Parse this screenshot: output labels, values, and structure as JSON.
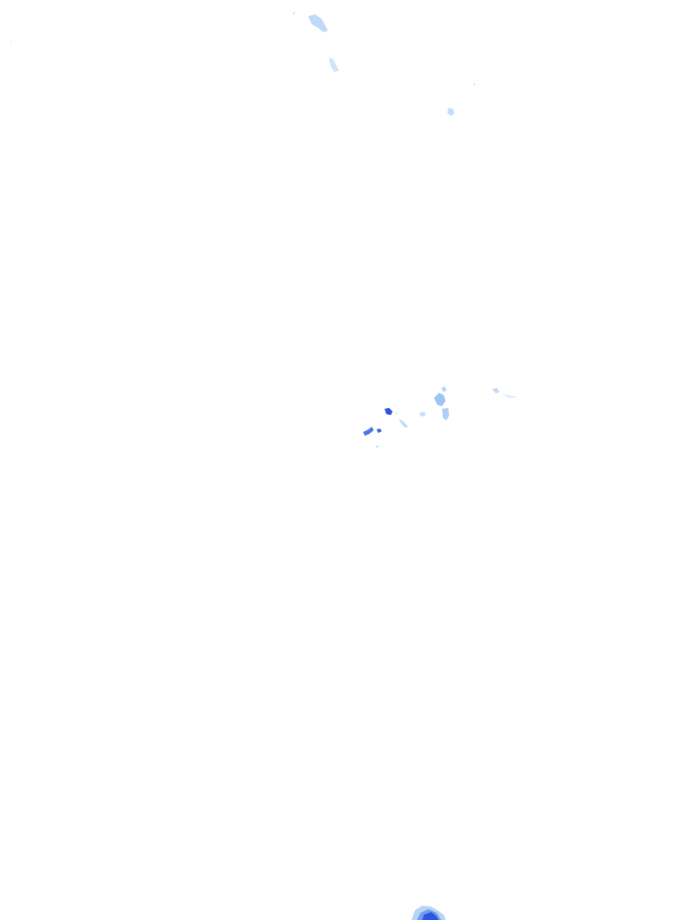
{
  "colors": {
    "background": "#ffffff",
    "light_echo": "#a9cdf5",
    "moderate_echo": "#6f9fe8",
    "strong_echo": "#2d55e0"
  },
  "echo_levels": [
    "light",
    "moderate",
    "strong"
  ]
}
